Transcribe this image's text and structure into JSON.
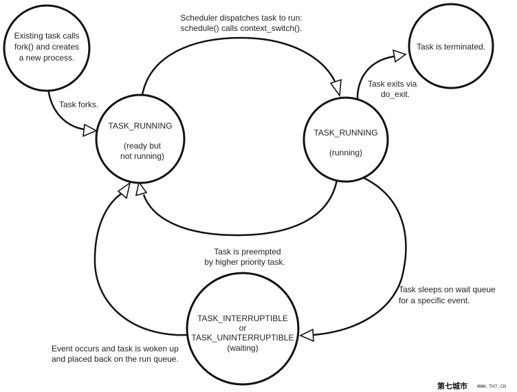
{
  "nodes": {
    "fork_task": {
      "lines": [
        "Existing task calls",
        "fork() and creates",
        "a new process."
      ]
    },
    "running_ready": {
      "state": "TASK_RUNNING",
      "sub": [
        "(ready but",
        "not running)"
      ]
    },
    "running": {
      "state": "TASK_RUNNING",
      "sub": [
        "(running)"
      ]
    },
    "terminated": {
      "lines": [
        "Task is terminated."
      ]
    },
    "waiting": {
      "lines": [
        "TASK_INTERRUPTIBLE",
        "or",
        "TASK_UNINTERRUPTIBLE",
        "(waiting)"
      ]
    }
  },
  "edges": {
    "fork": {
      "lines": [
        "Task forks."
      ]
    },
    "dispatch": {
      "lines": [
        "Scheduler dispatches task to run:",
        "schedule() calls context_switch()."
      ]
    },
    "exit": {
      "lines": [
        "Task exits via",
        "do_exit."
      ]
    },
    "preempt": {
      "lines": [
        "Task is preempted",
        "by higher priority task."
      ]
    },
    "sleep": {
      "lines": [
        "Task sleeps on wait queue",
        "for a specific event."
      ]
    },
    "wake": {
      "lines": [
        "Event occurs and task is woken up",
        "and placed back on the run queue."
      ]
    }
  },
  "watermark": {
    "logo": "第七城市",
    "site": "WWW.TH7.CN"
  }
}
